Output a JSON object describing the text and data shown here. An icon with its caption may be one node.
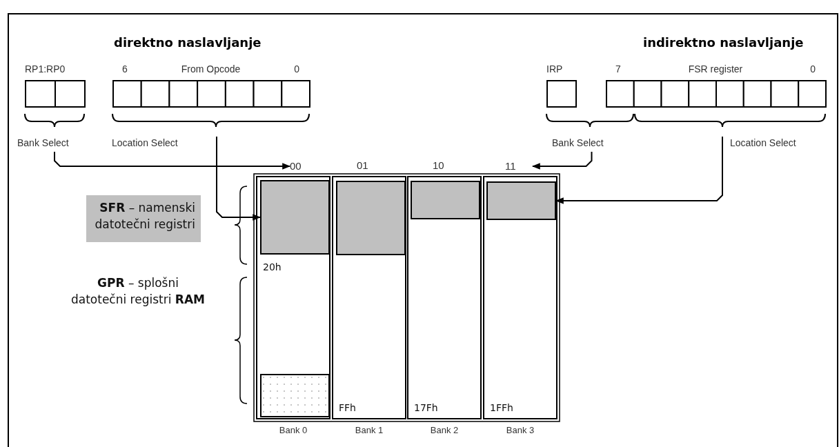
{
  "diagram": {
    "nodes": [
      {
        "text": [
          "RP1:RP0"
        ]
      },
      {
        "text": [
          "6",
          "From Opcode",
          "0"
        ]
      },
      {
        "text": [
          "IRP"
        ]
      },
      {
        "text": [
          "7",
          "FSR register",
          "0"
        ]
      },
      {
        "text": [
          "Bank Select"
        ]
      },
      {
        "text": [
          "Location Select"
        ]
      },
      {
        "text": [
          "Bank Select"
        ]
      },
      {
        "text": [
          "Location Select"
        ]
      },
      {
        "text": [
          "00"
        ]
      },
      {
        "text": [
          "11"
        ]
      },
      {
        "text": [
          "**SFR** – namenski datotečni registri"
        ]
      },
      {
        "text": [
          "20h"
        ],
        "beside": [
          "Bank 0"
        ]
      },
      {
        "text": [],
        "shape": "box",
        "in": 11
      },
      {
        "text": [],
        "shape": "box",
        "in": 11
      },
      {
        "text": [
          "FFh"
        ],
        "beside": [
          "Bank 1"
        ]
      },
      {
        "text": [],
        "shape": "box",
        "in": 14
      },
      {
        "text": [
          "17Fh"
        ],
        "beside": [
          "Bank 2"
        ]
      },
      {
        "text": [],
        "shape": "box",
        "in": 16
      },
      {
        "text": [
          "1FFh"
        ],
        "beside": [
          "Bank 3"
        ]
      },
      {
        "text": [],
        "shape": "box",
        "in": 18
      }
    ],
    "edges": [
      {
        "from": 4,
        "to": 8,
        "arrow": "to"
      },
      {
        "from": 5,
        "to": 12,
        "arrow": "to"
      },
      {
        "from": 6,
        "to": 9,
        "arrow": "to"
      },
      {
        "from": 7,
        "to": 19,
        "arrow": "to"
      }
    ],
    "labels": [
      "direktno naslavljanje",
      "indirektno naslavljanje",
      "01",
      "10",
      "**GPR** – splošni datotečni registri **RAM**"
    ]
  }
}
